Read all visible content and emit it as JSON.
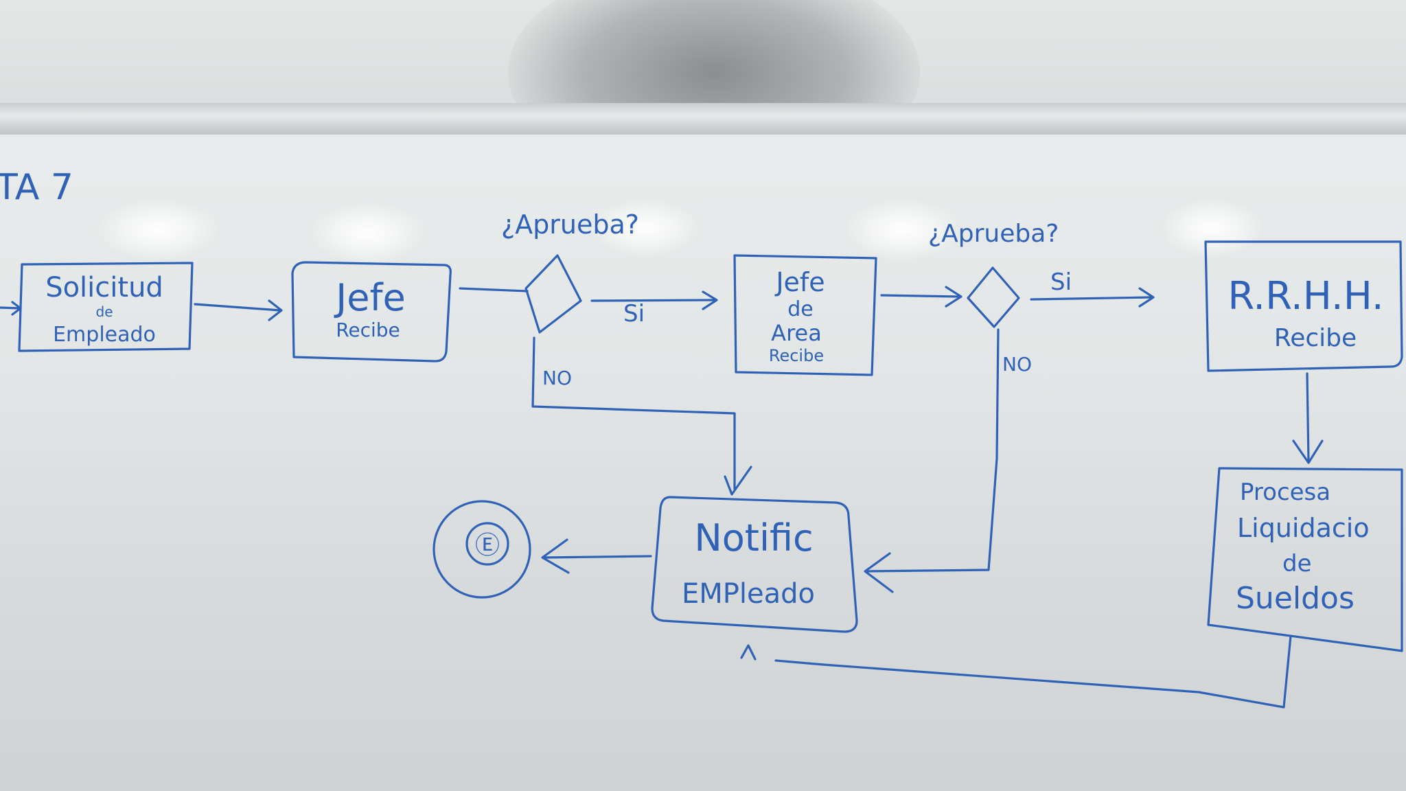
{
  "page_label": "TA 7",
  "nodes": {
    "solicitud": {
      "line1": "Solicitud",
      "line2": "de",
      "line3": "Empleado"
    },
    "jefe": {
      "line1": "Jefe",
      "line2": "Recibe"
    },
    "decision1": {
      "question": "¿Aprueba?"
    },
    "jefe_area": {
      "line1": "Jefe",
      "line2": "de",
      "line3": "Area",
      "line4": "Recibe"
    },
    "decision2": {
      "question": "¿Aprueba?"
    },
    "rrhh": {
      "line1": "R.R.H.H.",
      "line2": "Recibe"
    },
    "procesa": {
      "line1": "Procesa",
      "line2": "Liquidacio",
      "line3": "de",
      "line4": "Sueldos"
    },
    "notific": {
      "line1": "Notific",
      "line2": "EMPleado"
    },
    "end": {
      "label": "Ⓔ"
    }
  },
  "edge_labels": {
    "d1_yes": "Si",
    "d1_no": "NO",
    "d2_yes": "Si",
    "d2_no": "NO"
  },
  "colors": {
    "marker": "#2f62b7",
    "board": "#e3e6e6",
    "wall": "#dcdedf"
  }
}
